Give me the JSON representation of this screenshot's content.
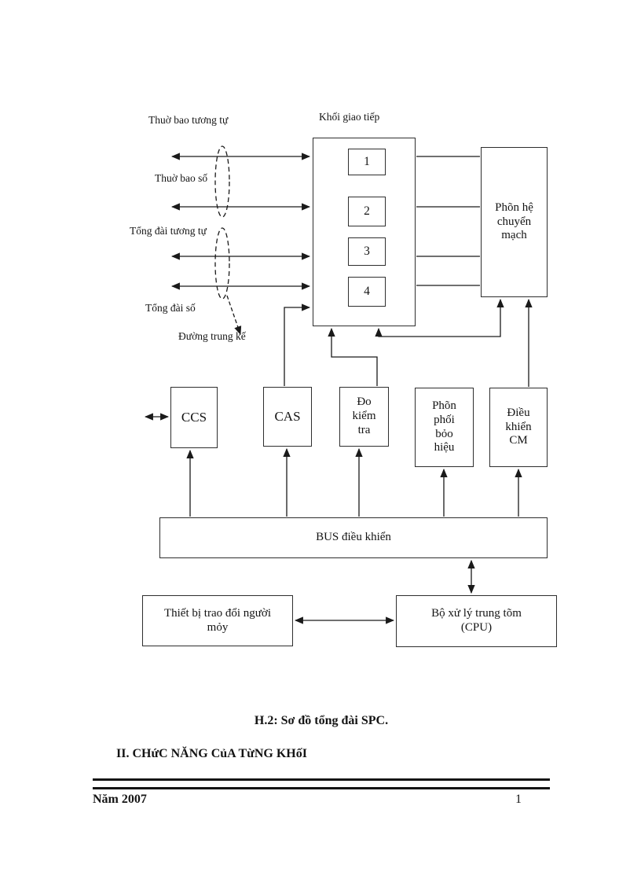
{
  "page": {
    "caption": "H.2: Sơ đồ tổng đài SPC.",
    "section_heading": "II. CHứC NĂNG CủA TừNG KHốI",
    "footer_left": "Năm 2007",
    "page_number": "1"
  },
  "diagram": {
    "labels": {
      "analog_subscriber": "Thuờ bao tương tự",
      "interface_block": "Khối giao tiếp",
      "digital_subscriber": "Thuờ bao số",
      "analog_exchange": "Tổng đài tương tự",
      "digital_exchange": "Tổng đài số",
      "trunk_line": "Đường trung kế"
    },
    "boxes": {
      "card1": "1",
      "card2": "2",
      "card3": "3",
      "card4": "4",
      "switching": "Phõn hệ\nchuyển\nmạch",
      "ccs": "CCS",
      "cas": "CAS",
      "testing": "Đo\nkiểm\ntra",
      "signal_distribution": "Phõn\nphối\nbỏo\nhiệu",
      "cm_control": "Điều\nkhiển\nCM",
      "control_bus": "BUS điều khiển",
      "mm_device": "Thiết bị trao đổi người\nmỏy",
      "cpu": "Bộ xử lý trung tõm\n(CPU)"
    }
  }
}
